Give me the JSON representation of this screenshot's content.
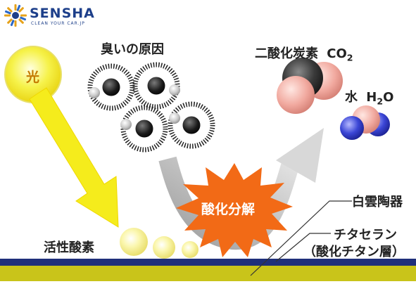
{
  "logo": {
    "brand": "SENSHA",
    "tagline": "CLEAN YOUR CAR.JP"
  },
  "labels": {
    "light": "光",
    "odor_cause": "臭いの原因",
    "co2_label": "二酸化炭素",
    "co2_formula": "CO",
    "co2_sub": "2",
    "water_label": "水",
    "h2o_h": "H",
    "h2o_sub": "2",
    "h2o_o": "O",
    "decomposition": "酸化分解",
    "active_oxygen": "活性酸素",
    "ceramic": "白雲陶器",
    "titanium_line1": "チタセラン",
    "titanium_line2": "（酸化チタン層）"
  },
  "colors": {
    "light_sun": "#f2ee3a",
    "arrow_yellow": "#f5ec1c",
    "burst_orange": "#f26a16",
    "arrow_gray": "#c8c8c8",
    "carbon": "#3a3a3a",
    "oxygen_pink": "#f0a9a0",
    "hydrogen_blue": "#3b46d6",
    "substrate_navy": "#1f2f7a",
    "substrate_yellow": "#c9c41a",
    "logo_blue": "#1d3f8a"
  }
}
